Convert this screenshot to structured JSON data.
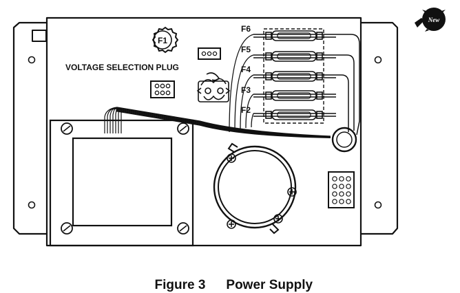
{
  "figure": {
    "number": "Figure 3",
    "title": "Power Supply"
  },
  "badge": {
    "text": "New"
  },
  "labels": {
    "fuse_f1": "F1",
    "voltage_plug": "VOLTAGE SELECTION PLUG",
    "fuses": [
      "F6",
      "F5",
      "F4",
      "F3",
      "F2"
    ]
  },
  "colors": {
    "line": "#111111",
    "badge": "#111111",
    "badge_text": "#ffffff"
  }
}
